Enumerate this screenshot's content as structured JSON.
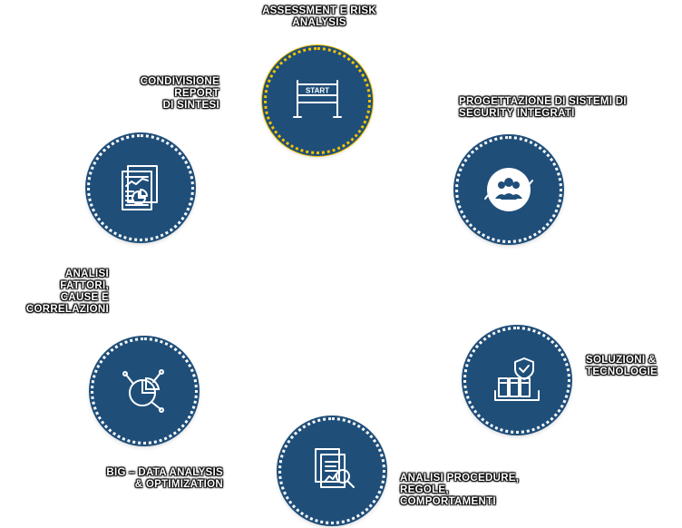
{
  "colors": {
    "node_fill": "#1f4e79",
    "active_ring": "#f2c200",
    "icon_stroke": "#ffffff"
  },
  "steps": [
    {
      "label": "ASSESSMENT E RISK\nANALYSIS",
      "icon": "start-banner-icon",
      "banner_text": "START",
      "active": true
    },
    {
      "label": "PROGETTAZIONE DI SISTEMI DI\nSECURITY INTEGRATI",
      "icon": "team-cycle-icon",
      "active": false
    },
    {
      "label": "SOLUZIONI &\nTECNOLOGIE",
      "icon": "shield-server-icon",
      "active": false
    },
    {
      "label": "ANALISI PROCEDURE,\nREGOLE,\nCOMPORTAMENTI",
      "icon": "document-search-icon",
      "active": false
    },
    {
      "label": "BIG – DATA ANALYSIS\n& OPTIMIZATION",
      "icon": "pie-network-icon",
      "active": false
    },
    {
      "label": "ANALISI\nFATTORI,\nCAUSE E\nCORRELAZIONI",
      "icon": "none",
      "active": false
    },
    {
      "label": "CONDIVISIONE\nREPORT\nDI SINTESI",
      "icon": "report-chart-icon",
      "active": false
    }
  ]
}
